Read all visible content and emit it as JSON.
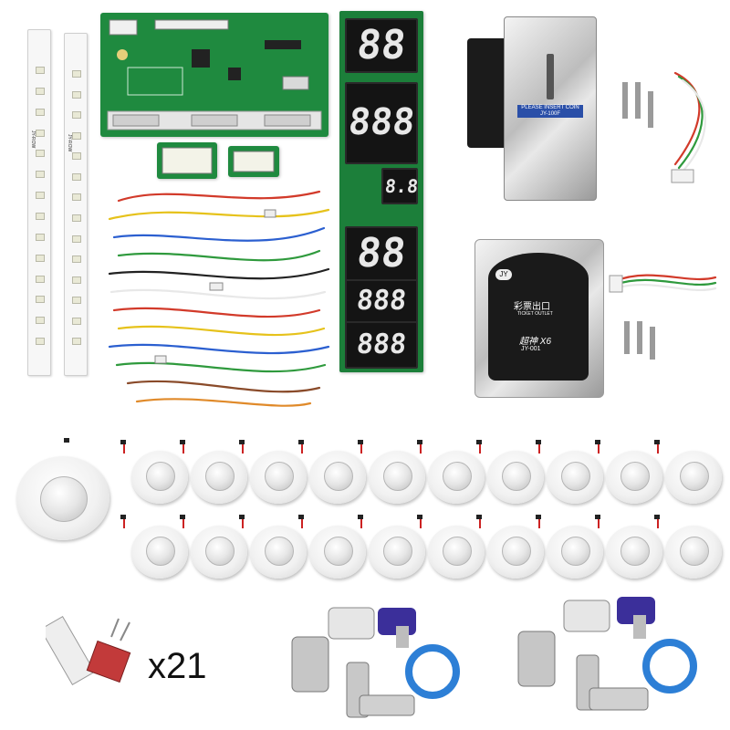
{
  "scene": {
    "description_free": true
  },
  "seven_segment": {
    "top_digits": "88",
    "mid_digits": "888",
    "small_digits": "8.8",
    "bottom_digits": "88",
    "bottom_mid_digits": "888",
    "bottom_low_digits": "888"
  },
  "coin_acceptor": {
    "label": "PLEASE INSERT COIN",
    "model": "JY-100F"
  },
  "ticket_dispenser": {
    "brand_badge": "JY",
    "label_cn": "彩票出口",
    "label_en": "TICKET OUTLET",
    "model_line": "超神 X6",
    "model_code": "JY-001"
  },
  "buttons": {
    "count_top_row": 10,
    "count_bottom_row": 10,
    "large_count": 1
  },
  "microswitch": {
    "quantity_label": "x21"
  },
  "colors": {
    "pcb_green": "#1f8a3f",
    "wire_red": "#d23a2a",
    "wire_yellow": "#e6c21b",
    "wire_blue": "#2b5fd0",
    "wire_green": "#2f9a3d",
    "wire_white": "#e8e8e8",
    "key_blue": "#3b2f9a",
    "ring_blue": "#2d7fd6"
  }
}
